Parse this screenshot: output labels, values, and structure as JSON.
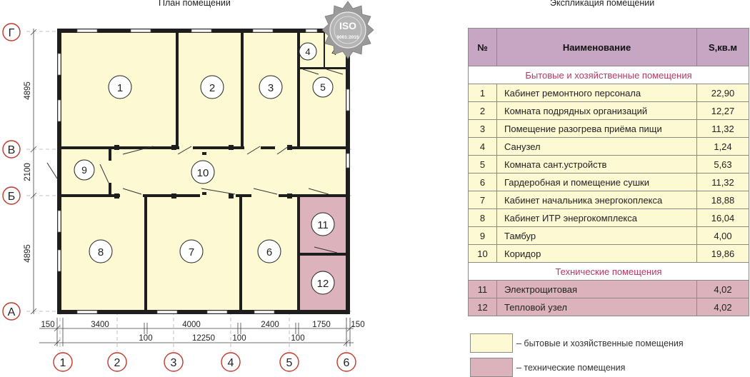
{
  "plan": {
    "title": "План помещений",
    "axes_letters": [
      "Г",
      "В",
      "Б",
      "А"
    ],
    "axes_numbers": [
      "1",
      "2",
      "3",
      "4",
      "5",
      "6"
    ],
    "dims_left": [
      "4895",
      "2100",
      "4895"
    ],
    "dims_bottom": [
      "150",
      "3400",
      "100",
      "4000",
      "12250",
      "100",
      "2400",
      "100",
      "1750",
      "150"
    ],
    "rooms": [
      "1",
      "2",
      "3",
      "4",
      "4",
      "5",
      "9",
      "10",
      "8",
      "7",
      "6",
      "11",
      "12"
    ]
  },
  "badge": {
    "text_top": "ISO",
    "text_bottom": "9001:2015"
  },
  "table": {
    "title": "Экспликация помещений",
    "headers": {
      "num": "№",
      "name": "Наименование",
      "area": "S,кв.м"
    },
    "group_household": "Бытовые и хозяйственные помещения",
    "group_technical": "Технические помещения",
    "household_rows": [
      {
        "num": "1",
        "name": "Кабинет ремонтного персонала",
        "area": "22,90"
      },
      {
        "num": "2",
        "name": "Комната подрядных организаций",
        "area": "12,27"
      },
      {
        "num": "3",
        "name": "Помещение разогрева  приёма пищи",
        "area": "11,32"
      },
      {
        "num": "4",
        "name": "Санузел",
        "area": "1,24"
      },
      {
        "num": "5",
        "name": "Комната сант.устройств",
        "area": "5,63"
      },
      {
        "num": "6",
        "name": "Гардеробная и помещение сушки",
        "area": "11,32"
      },
      {
        "num": "7",
        "name": "Кабинет начальника энергокоплекса",
        "area": "18,88"
      },
      {
        "num": "8",
        "name": "Кабинет ИТР энергокомплекса",
        "area": "16,04"
      },
      {
        "num": "9",
        "name": "Тамбур",
        "area": "4,00"
      },
      {
        "num": "10",
        "name": "Коридор",
        "area": "19,86"
      }
    ],
    "technical_rows": [
      {
        "num": "11",
        "name": "Электрощитовая",
        "area": "4,02"
      },
      {
        "num": "12",
        "name": "Тепловой узел",
        "area": "4,02"
      }
    ]
  },
  "legend": {
    "household": {
      "text": "– бытовые и хозяйственные помещения",
      "color": "#fdf9d3"
    },
    "technical": {
      "text": "– технические помещения",
      "color": "#dcb2bc"
    }
  },
  "colors": {
    "household": "#fdf9d3",
    "technical": "#dcb2bc",
    "axis_marker": "#c0392b",
    "header": "#c6a6c3"
  }
}
